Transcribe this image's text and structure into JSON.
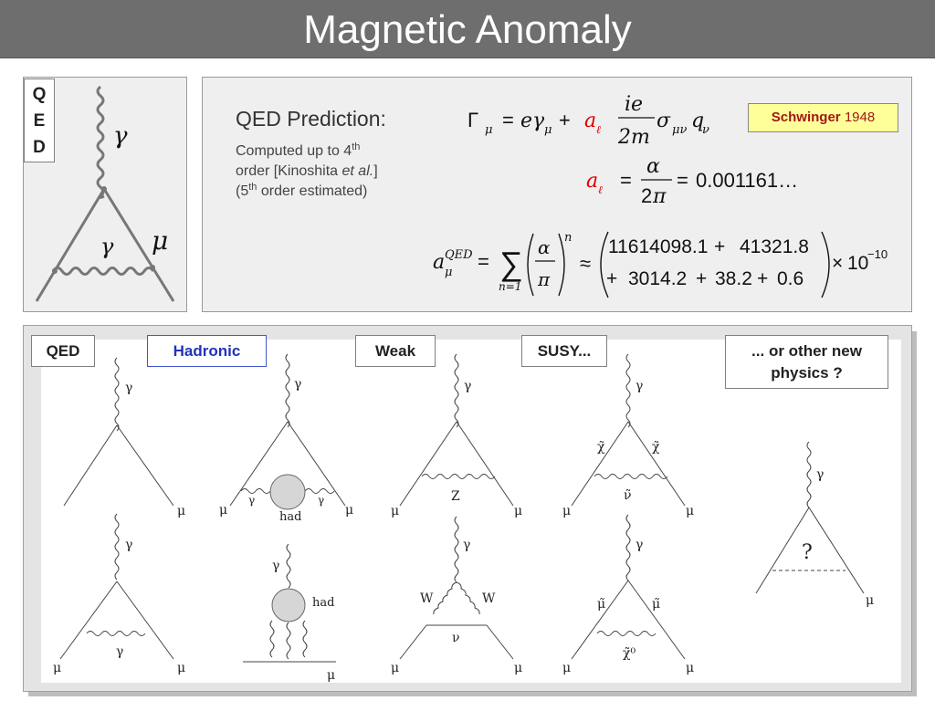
{
  "slide": {
    "title": "Magnetic Anomaly"
  },
  "qed_panel": {
    "letters": [
      "Q",
      "E",
      "D"
    ],
    "photon_symbol": "γ",
    "loop_photon_symbol": "γ",
    "lepton_symbol": "μ"
  },
  "prediction": {
    "heading": "QED Prediction:",
    "note_line1_pre": "Computed up to 4",
    "note_line1_sup": "th",
    "note_line2_pre": "order [Kinoshita ",
    "note_line2_em": "et al.",
    "note_line2_post": "]",
    "note_line3_pre": "(5",
    "note_line3_sup": "th",
    "note_line3_post": " order estimated)",
    "schwinger_name": "Schwinger",
    "schwinger_year": "1948",
    "value_schwinger": "0.001161…",
    "term1": "11614098.1",
    "term2": "41321.8",
    "term3": "3014.2",
    "term4": "38.2",
    "term5": "0.6",
    "power_exponent": "−10",
    "power_base": "10",
    "sum_lower": "n=1",
    "sum_upper": "n",
    "superscript_qed": "QED"
  },
  "categories": {
    "qed": "QED",
    "hadronic": "Hadronic",
    "weak": "Weak",
    "susy": "SUSY...",
    "other_line1": "... or other new",
    "other_line2": "physics ?"
  },
  "diagram_labels": {
    "gamma": "γ",
    "mu": "μ",
    "had": "had",
    "z": "Z",
    "w": "W",
    "nu": "ν",
    "chi": "χ̃",
    "sneutrino": "ν̃",
    "smuon": "μ̃",
    "neutralino": "χ̃⁰",
    "question": "?"
  }
}
